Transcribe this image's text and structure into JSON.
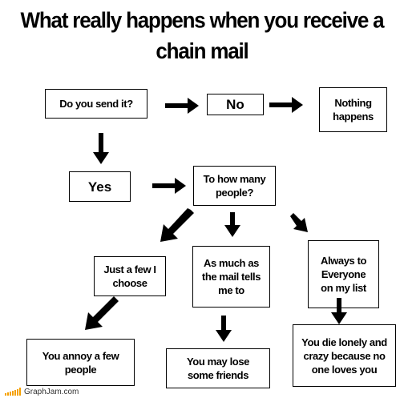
{
  "title_line1": "What really happens when you receive a",
  "title_line2": "chain mail",
  "nodes": {
    "do_you_send": "Do you send it?",
    "no": "No",
    "nothing_happens": "Nothing happens",
    "yes": "Yes",
    "how_many": "To how many people?",
    "just_a_few": "Just a few I choose",
    "as_much_as": "As much as the mail tells me to",
    "always_everyone": "Always to Everyone on my list",
    "annoy_few": "You annoy a few people",
    "lose_friends": "You may lose some friends",
    "die_lonely": "You die lonely and crazy because no one loves you"
  },
  "footer": {
    "site": "GraphJam.com",
    "accent_color": "#f5a000"
  }
}
